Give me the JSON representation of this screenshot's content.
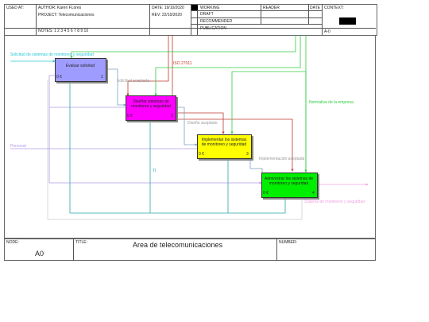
{
  "header": {
    "used_at": "USED AT:",
    "author": "AUTHOR:  Karen FLores",
    "project": "PROJECT:  Telecomunicaciones",
    "notes": "NOTES:  1  2  3  4  5  6  7  8  9  10",
    "date": "DATE:  19/10/2020",
    "rev": "REV:   22/10/2020",
    "status": [
      "WORKING",
      "DRAFT",
      "RECOMMENDED",
      "PUBLICATION"
    ],
    "reader": "READER",
    "date2": "DATE",
    "context": "CONTEXT:",
    "node_ref": "A-0"
  },
  "boxes": [
    {
      "title": "Evaluar solicitud",
      "cost": "0 €",
      "num": "1",
      "color": "#9f9cff"
    },
    {
      "title": "Diseñar sistemas de monitoreo  y seguridad",
      "cost": "0 €",
      "num": "2",
      "color": "#ff00ff"
    },
    {
      "title": "Implementar los sistemas de monitoreo y seguridad",
      "cost": "0 €",
      "num": "3",
      "color": "#ffff00"
    },
    {
      "title": "Administrar los sistemas de monitoreo y seguridad",
      "cost": "0 €",
      "num": "4",
      "color": "#00ee00"
    }
  ],
  "arrows": {
    "input1": "Solicitud de sistemas de monitoreo y seguridad",
    "iso": "ISO 27011",
    "solicitud_aceptada": "Solicitud aceptada",
    "normativa": "Normativa de la empresa",
    "diseno_aceptado": "Diseño aceptado",
    "personal": "Personal",
    "implementacion": "Implementación aceptada",
    "ti": "TI",
    "output": "Sistema de monitoreo y seguridad"
  },
  "footer": {
    "node_label": "NODE:",
    "node_value": "A0",
    "title_label": "TITLE:",
    "title_value": "Area de telecomunicaciones",
    "number_label": "NUMBER:"
  },
  "colors": {
    "cyan": "#27c6d6",
    "red": "#c0392b",
    "green": "#2ecc40",
    "lavender": "#b49ae6",
    "pink": "#f0a0e0",
    "teal": "#2ba6a6",
    "bluegray": "#7f9fc8"
  }
}
